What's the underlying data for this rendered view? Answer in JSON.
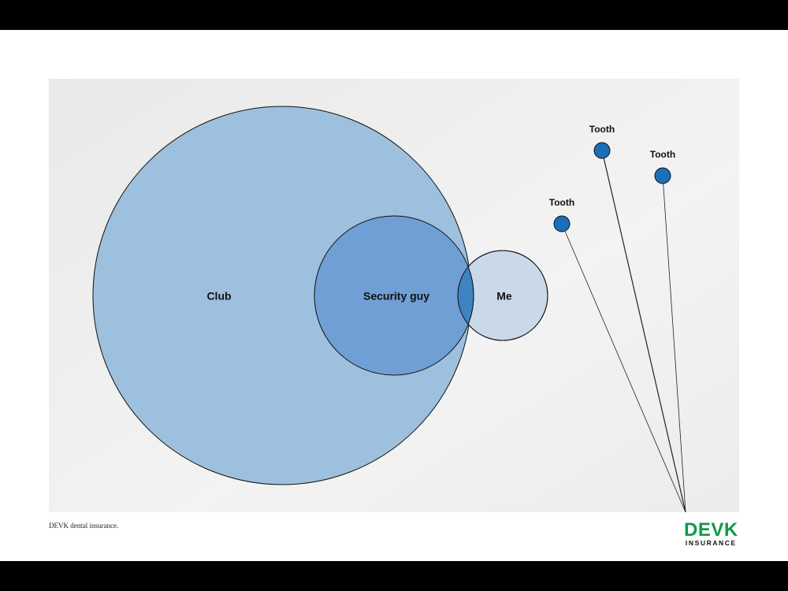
{
  "diagram": {
    "sets": [
      {
        "id": "club",
        "label": "Club",
        "color": "#9dc0de"
      },
      {
        "id": "security",
        "label": "Security guy",
        "color": "#6f9fd4"
      },
      {
        "id": "me",
        "label": "Me",
        "color": "#c9d9ea"
      }
    ],
    "overlap_color": "#3e83c3",
    "teeth": [
      {
        "label": "Tooth"
      },
      {
        "label": "Tooth"
      },
      {
        "label": "Tooth"
      }
    ],
    "tooth_color": "#1a6fb8"
  },
  "footer": {
    "tagline": "DEVK dental insurance.",
    "logo_main": "DEVK",
    "logo_sub": "INSURANCE"
  }
}
